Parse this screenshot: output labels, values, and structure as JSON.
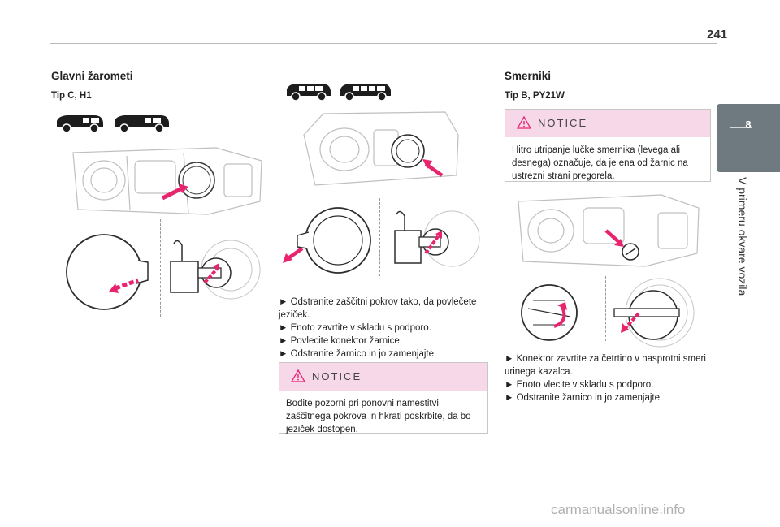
{
  "page": {
    "number": "241"
  },
  "side_tab": {
    "chapter": "8",
    "title": "V primeru okvare vozila"
  },
  "left": {
    "title": "Glavni žarometi",
    "type_label": "Tip C, H1"
  },
  "middle": {
    "steps": [
      "► Odstranite zaščitni pokrov tako, da povlečete jeziček.",
      "► Enoto zavrtite v skladu s podporo.",
      "► Povlecite konektor žarnice.",
      "► Odstranite žarnico in jo zamenjajte."
    ],
    "notice": {
      "title": "NOTICE",
      "text": "Bodite pozorni pri ponovni namestitvi zaščitnega pokrova in hkrati poskrbite, da bo jeziček dostopen."
    }
  },
  "right": {
    "title": "Smerniki",
    "type_label": "Tip B, PY21W",
    "notice": {
      "title": "NOTICE",
      "text": "Hitro utripanje lučke smernika (levega ali desnega) označuje, da je ena od žarnic na ustrezni strani pregorela."
    },
    "steps": [
      "► Konektor zavrtite za četrtino v nasprotni smeri urinega kazalca.",
      "► Enoto vlecite v skladu s podporo.",
      "► Odstranite žarnico in jo zamenjajte."
    ]
  },
  "watermark": "carmanualsonline.info",
  "colors": {
    "notice_header": "#f7d8e8",
    "side_tab": "#6e7a80",
    "arrow": "#e8246f"
  }
}
